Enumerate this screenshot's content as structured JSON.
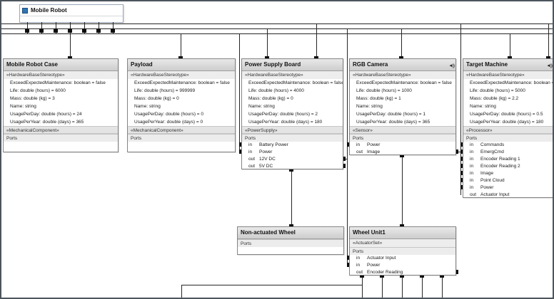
{
  "diagram": {
    "root_title": "Mobile Robot",
    "colors": {
      "accent_blue": "#2e75b6",
      "header_gray": "#d5d5d5",
      "connector": "#262626"
    }
  },
  "components": [
    {
      "title": "Mobile Robot Case",
      "stereotype": "«HardwareBaseStereotype»",
      "properties": [
        "ExceedExpectedMaintenance: boolean = false",
        "Life: double (hours) = 6000",
        "Mass: double (kg) = 3",
        "Name: string",
        "UsagePerDay: double (hours) = 24",
        "UsagePerYear: double (days) = 365"
      ],
      "stereotype2": "«MechanicalComponent»",
      "ports_label": "Ports",
      "ports": []
    },
    {
      "title": "Payload",
      "stereotype": "«HardwareBaseStereotype»",
      "properties": [
        "ExceedExpectedMaintenance: boolean = false",
        "Life: double (hours) = 999999",
        "Mass: double (kg) = 0",
        "Name: string",
        "UsagePerDay: double (hours) = 0",
        "UsagePerYear: double (days) = 0"
      ],
      "stereotype2": "«MechanicalComponent»",
      "ports_label": "Ports",
      "ports": []
    },
    {
      "title": "Power Supply Board",
      "stereotype": "«HardwareBaseStereotype»",
      "properties": [
        "ExceedExpectedMaintenance: boolean = false",
        "Life: double (hours) = 4000",
        "Mass: double (kg) = 0",
        "Name: string",
        "UsagePerDay: double (hours) = 2",
        "UsagePerYear: double (days) = 180"
      ],
      "stereotype2": "«PowerSupply»",
      "ports_label": "Ports",
      "ports": [
        {
          "dir": "in",
          "name": "Battery Power"
        },
        {
          "dir": "in",
          "name": "Power"
        },
        {
          "dir": "out",
          "name": "12V DC"
        },
        {
          "dir": "out",
          "name": "5V DC"
        }
      ]
    },
    {
      "title": "RGB Camera",
      "badge": "◄))",
      "stereotype": "«HardwareBaseStereotype»",
      "properties": [
        "ExceedExpectedMaintenance: boolean = false",
        "Life: double (hours) = 1000",
        "Mass: double (kg) = 1",
        "Name: string",
        "UsagePerDay: double (hours) = 1",
        "UsagePerYear: double (days) = 365"
      ],
      "stereotype2": "«Sensor»",
      "ports_label": "Ports",
      "ports": [
        {
          "dir": "in",
          "name": "Power"
        },
        {
          "dir": "out",
          "name": "Image"
        }
      ]
    },
    {
      "title": "Target Machine",
      "badge": "◄))",
      "stereotype": "«HardwareBaseStereotype»",
      "properties": [
        "ExceedExpectedMaintenance: boolean = true",
        "Life: double (hours) = 5000",
        "Mass: double (kg) = 2.2",
        "Name: string",
        "UsagePerDay: double (hours) = 0.5",
        "UsagePerYear: double (days) = 180"
      ],
      "stereotype2": "«Processor»",
      "ports_label": "Ports",
      "ports": [
        {
          "dir": "in",
          "name": "Commands"
        },
        {
          "dir": "in",
          "name": "EmergCmd"
        },
        {
          "dir": "in",
          "name": "Encoder Reading 1"
        },
        {
          "dir": "in",
          "name": "Encoder Reading 2"
        },
        {
          "dir": "in",
          "name": "Image"
        },
        {
          "dir": "in",
          "name": "Point Cloud"
        },
        {
          "dir": "in",
          "name": "Power"
        },
        {
          "dir": "out",
          "name": "Actuator Input"
        }
      ]
    },
    {
      "title": "Non-actuated Wheel",
      "ports_label": "Ports",
      "ports": []
    },
    {
      "title": "Wheel Unit1",
      "stereotype": "«ActuatorSet»",
      "ports_label": "Ports",
      "ports": [
        {
          "dir": "in",
          "name": "Actuator Input"
        },
        {
          "dir": "in",
          "name": "Power"
        },
        {
          "dir": "out",
          "name": "Encoder Reading"
        }
      ]
    }
  ]
}
